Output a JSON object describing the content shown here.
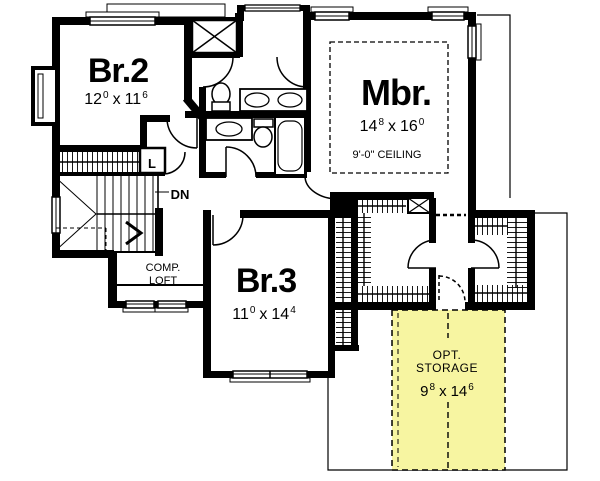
{
  "plan": {
    "rooms": {
      "br2": {
        "name": "Br.2",
        "dim": {
          "w": "12",
          "w_sup": "0",
          "sep": "x",
          "h": "11",
          "h_sup": "6"
        }
      },
      "mbr": {
        "name": "Mbr.",
        "dim": {
          "w": "14",
          "w_sup": "8",
          "sep": "x",
          "h": "16",
          "h_sup": "0"
        },
        "ceiling": "9'-0\" CEILING"
      },
      "br3": {
        "name": "Br.3",
        "dim": {
          "w": "11",
          "w_sup": "0",
          "sep": "x",
          "h": "14",
          "h_sup": "4"
        }
      },
      "storage": {
        "line1": "OPT.",
        "line2": "STORAGE",
        "dim": {
          "w": "9",
          "w_sup": "8",
          "sep": "x",
          "h": "14",
          "h_sup": "6"
        }
      },
      "comp_loft": {
        "line1": "COMP.",
        "line2": "LOFT"
      },
      "linen": {
        "label": "L"
      },
      "stairs": {
        "label": "DN"
      }
    },
    "colors": {
      "storage_fill": "#F7F5A1",
      "line": "#000000",
      "background": "#FFFFFF"
    }
  }
}
